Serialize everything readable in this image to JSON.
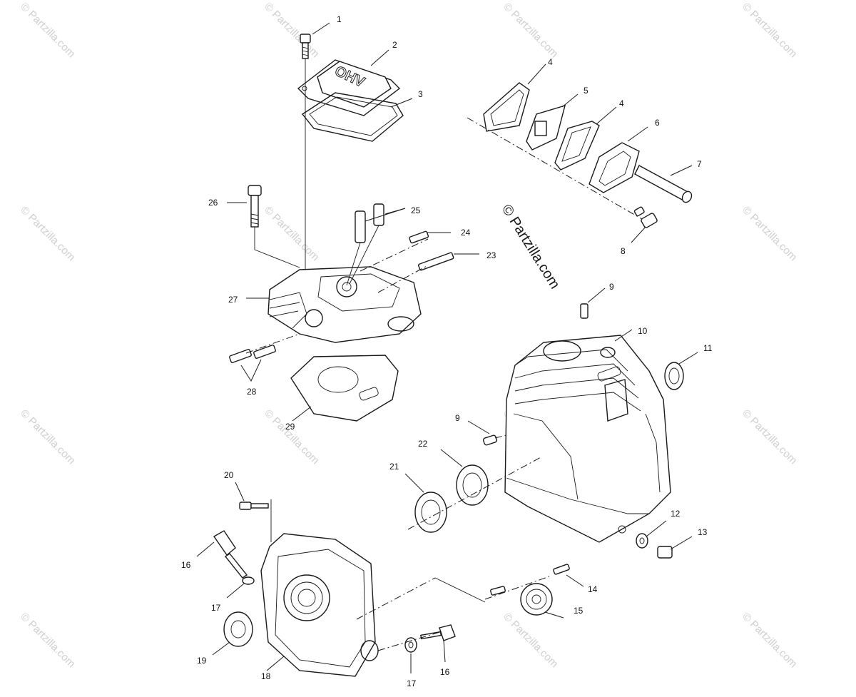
{
  "watermark": "© Partzilla.com",
  "brand_text": "© Partzilla.com",
  "cover_text": "OHV",
  "callouts": [
    "1",
    "2",
    "3",
    "4",
    "5",
    "4",
    "6",
    "7",
    "8",
    "9",
    "10",
    "11",
    "12",
    "13",
    "14",
    "15",
    "16",
    "17",
    "18",
    "19",
    "17",
    "16",
    "20",
    "21",
    "22",
    "9",
    "23",
    "24",
    "25",
    "26",
    "27",
    "28",
    "29"
  ]
}
